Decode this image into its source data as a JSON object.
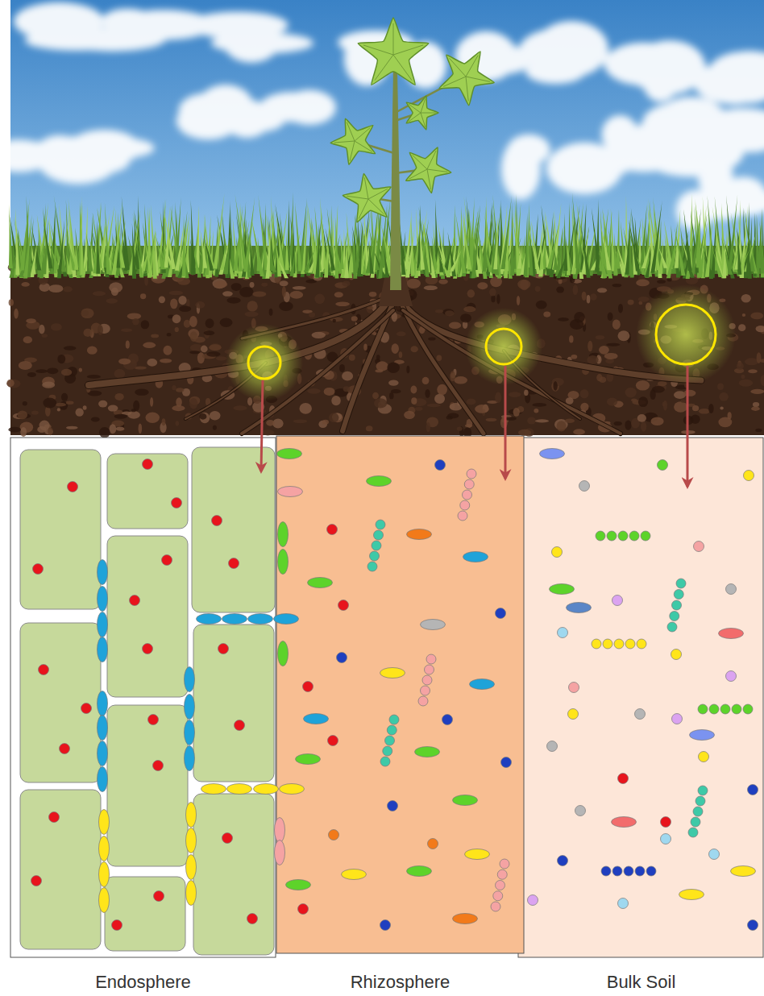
{
  "diagram": {
    "nodes": [
      {
        "text": [
          "Endosphere"
        ]
      },
      {
        "text": [
          "Rhizosphere"
        ]
      },
      {
        "text": [
          "Bulk Soil"
        ]
      }
    ]
  }
}
